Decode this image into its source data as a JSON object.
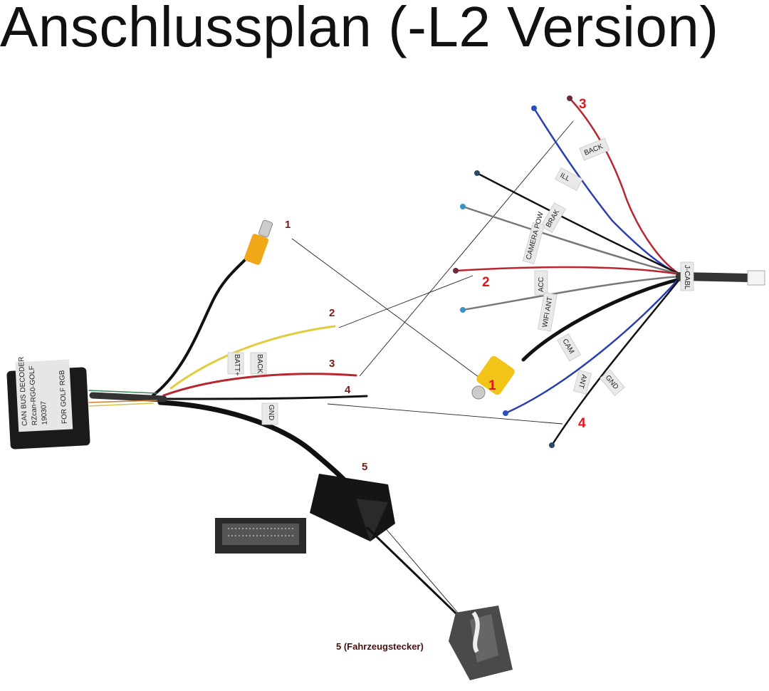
{
  "title": "Anschlussplan (-L2 Version)",
  "decoder": {
    "label": "CAN BUS DECODER",
    "model": "RZcan-RG0-GOLF",
    "serial": "190307",
    "line3": "FOR GOLF RGB"
  },
  "left_numbers": [
    "1",
    "2",
    "3",
    "4",
    "5"
  ],
  "left_tags": [
    "BATT+",
    "BACK",
    "GND"
  ],
  "right_numbers": [
    "1",
    "2",
    "3",
    "4"
  ],
  "right_tags": {
    "ill": "ILL",
    "back": "BACK",
    "brak": "BRAK",
    "camera_pow": "CAMERA POW",
    "acc": "ACC",
    "wifi_ant": "WIFI ANT",
    "cam": "CAM",
    "ant": "ANT",
    "gnd": "GND",
    "jcable": "J-CABL"
  },
  "vehicle_connector_caption": "5 (Fahrzeugstecker)",
  "colors": {
    "red_number": "#e0141a",
    "dark_number": "#7a1a1a",
    "caption": "#4a1010"
  }
}
